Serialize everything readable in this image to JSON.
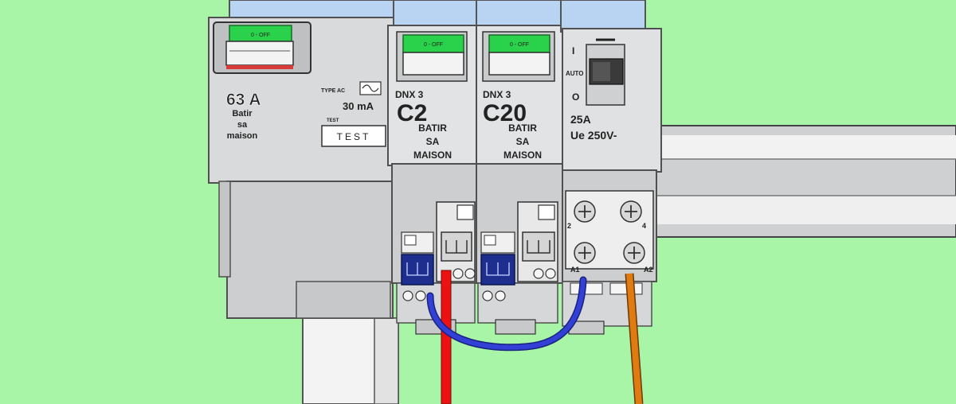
{
  "colors": {
    "background": "#a8f5a8",
    "module_body": "#d9dadb",
    "module_edge": "#505050",
    "cover_blue": "#b9d4f3",
    "lever_green": "#29d24a",
    "text_green": "#0f4d0f",
    "terminal_blue": "#1d2e8f",
    "wire_red": "#ee1111",
    "wire_blue": "#3340d6",
    "wire_orange": "#e07b12",
    "rail": "#d6d7d8"
  },
  "differential": {
    "lever_label": "0 - OFF",
    "rating": "63 A",
    "brand_lines": [
      "Batir",
      "sa",
      "maison"
    ],
    "type_label": "TYPE AC",
    "sensitivity": "30 mA",
    "test_small": "TEST",
    "test_button": "TEST",
    "wave_icon": "sine-wave-icon"
  },
  "breakers": [
    {
      "lever_label": "0 - OFF",
      "series": "DNX 3",
      "rating": "C2",
      "brand_lines": [
        "BATIR",
        "SA",
        "MAISON"
      ]
    },
    {
      "lever_label": "0 - OFF",
      "series": "DNX 3",
      "rating": "C20",
      "brand_lines": [
        "BATIR",
        "SA",
        "MAISON"
      ]
    }
  ],
  "contactor": {
    "switch_top": "I",
    "switch_auto": "AUTO",
    "switch_bottom": "O",
    "current": "25A",
    "voltage": "Ue 250V-",
    "terminals": [
      "2",
      "4",
      "A1",
      "A2"
    ]
  }
}
